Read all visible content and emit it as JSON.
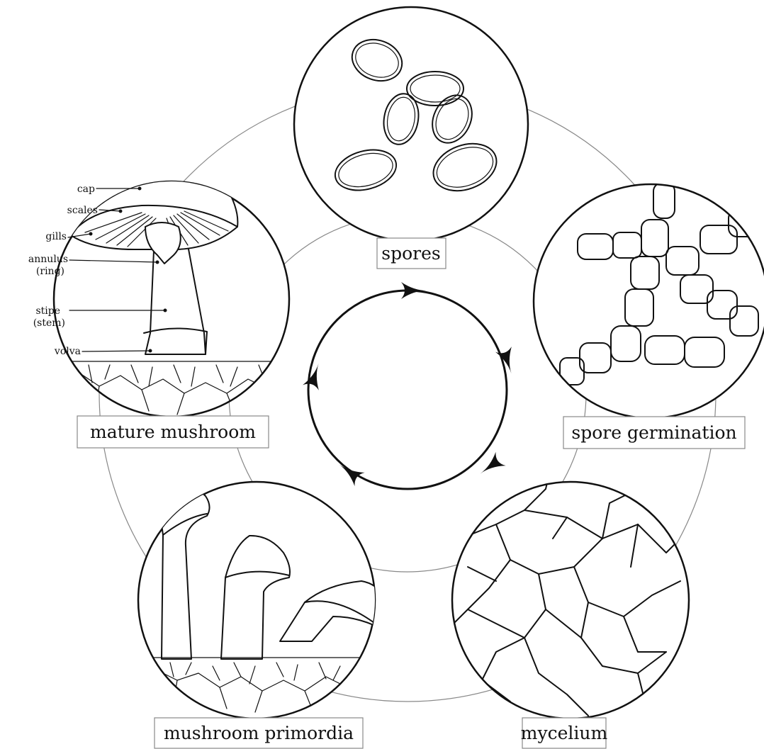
{
  "stages": [
    {
      "id": "spores",
      "label": "spores"
    },
    {
      "id": "spore-germination",
      "label": "spore germination"
    },
    {
      "id": "mycelium",
      "label": "mycelium"
    },
    {
      "id": "mushroom-primordia",
      "label": "mushroom primordia"
    },
    {
      "id": "mature-mushroom",
      "label": "mature mushroom"
    }
  ],
  "mushroom_parts": {
    "cap": "cap",
    "scales": "scales",
    "gills": "gills",
    "annulus_1": "annulus",
    "annulus_2": "(ring)",
    "stipe_1": "stipe",
    "stipe_2": "(stem)",
    "volva": "volva"
  },
  "colors": {
    "ink": "#111111",
    "ring": "#888888",
    "background": "#ffffff"
  }
}
